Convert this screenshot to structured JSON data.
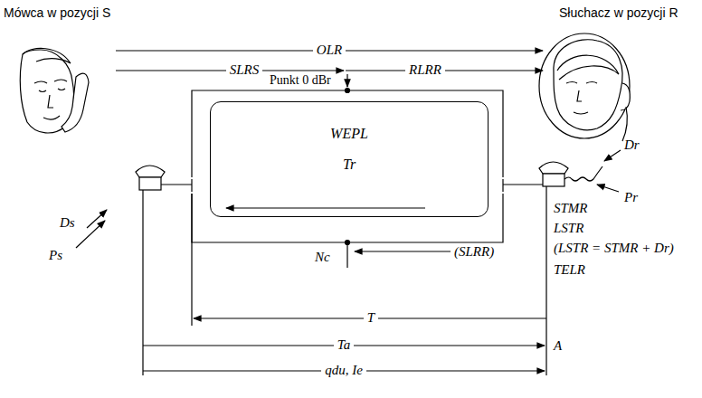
{
  "diagram": {
    "nodes": [
      {
        "text": [
          "WEPL",
          "Tr"
        ]
      }
    ],
    "labels": [
      "Mówca w pozycji S",
      "Słuchacz w pozycji R",
      "OLR",
      "SLRS",
      "RLRR",
      "Punkt 0 dBr",
      "Nc",
      "(SLRR)",
      "STMR",
      "LSTR",
      "(LSTR = STMR + Dr)",
      "TELR",
      "T",
      "Ta",
      "A",
      "qdu, Ie",
      "Ds",
      "Ps",
      "Dr",
      "Pr"
    ]
  }
}
